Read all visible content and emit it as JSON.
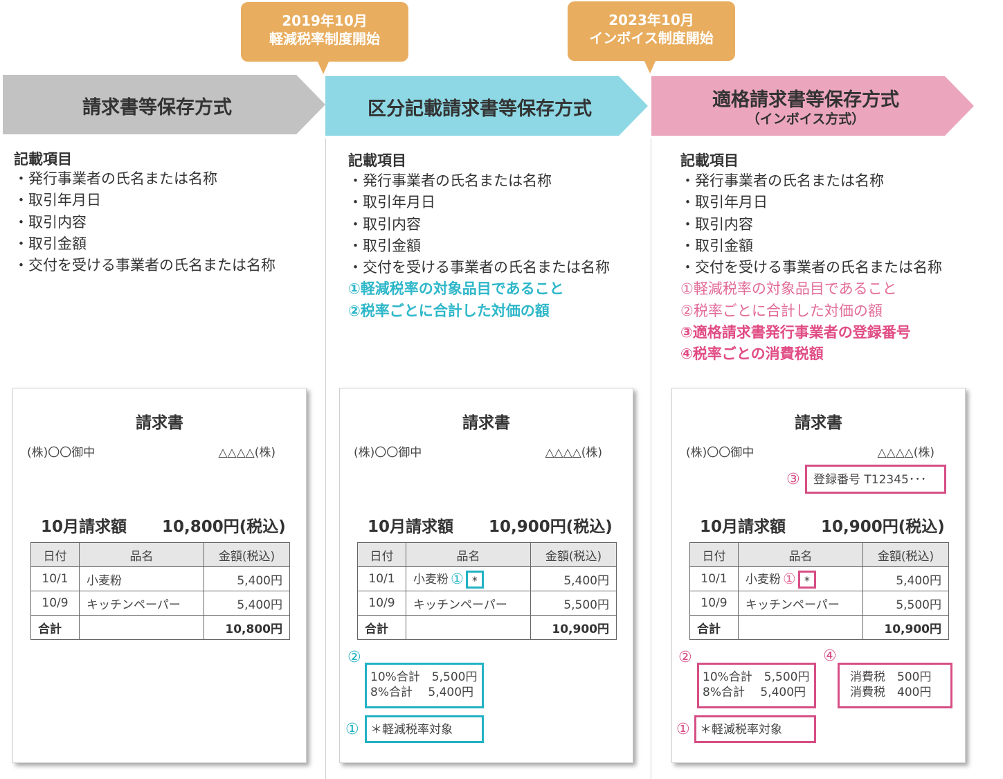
{
  "callouts": [
    {
      "line1": "2019年10月",
      "line2": "軽減税率制度開始"
    },
    {
      "line1": "2023年10月",
      "line2": "インボイス制度開始"
    }
  ],
  "colors": {
    "callout": "#e8ad5f",
    "banner_gray": "#c2c2c2",
    "banner_cyan": "#8dd8e4",
    "banner_pink": "#eba6bd",
    "accent_cyan": "#22b2c4",
    "accent_pink": "#d64f86"
  },
  "columns": [
    {
      "title": "請求書等保存方式",
      "subtitle": "",
      "items_heading": "記載項目",
      "base_items": [
        "・発行事業者の氏名または名称",
        "・取引年月日",
        "・取引内容",
        "・取引金額",
        "・交付を受ける事業者の氏名または名称"
      ],
      "extra_items": [],
      "invoice": {
        "title": "請求書",
        "to": "(株)〇〇御中",
        "from": "△△△△(株)",
        "amount_label": "10月請求額",
        "amount": "10,800円(税込)",
        "headers": [
          "日付",
          "品名",
          "金額(税込)"
        ],
        "rows": [
          {
            "date": "10/1",
            "item": "小麦粉",
            "price": "5,400円"
          },
          {
            "date": "10/9",
            "item": "キッチンペーパー",
            "price": "5,400円"
          }
        ],
        "total_label": "合計",
        "total": "10,800円"
      }
    },
    {
      "title": "区分記載請求書等保存方式",
      "subtitle": "",
      "items_heading": "記載項目",
      "base_items": [
        "・発行事業者の氏名または名称",
        "・取引年月日",
        "・取引内容",
        "・取引金額",
        "・交付を受ける事業者の氏名または名称"
      ],
      "extra_items": [
        "①軽減税率の対象品目であること",
        "②税率ごとに合計した対価の額"
      ],
      "invoice": {
        "title": "請求書",
        "to": "(株)〇〇御中",
        "from": "△△△△(株)",
        "amount_label": "10月請求額",
        "amount": "10,900円(税込)",
        "headers": [
          "日付",
          "品名",
          "金額(税込)"
        ],
        "rows": [
          {
            "date": "10/1",
            "item": "小麦粉",
            "mark": "①",
            "asterisk": "*",
            "price": "5,400円"
          },
          {
            "date": "10/9",
            "item": "キッチンペーパー",
            "price": "5,500円"
          }
        ],
        "total_label": "合計",
        "total": "10,900円",
        "subtotal_mark": "②",
        "subtotal_lines": [
          "10%合計　5,500円",
          "8%合計　 5,400円"
        ],
        "note_mark": "①",
        "note": "＊軽減税率対象"
      }
    },
    {
      "title": "適格請求書等保存方式",
      "subtitle": "（インボイス方式）",
      "items_heading": "記載項目",
      "base_items": [
        "・発行事業者の氏名または名称",
        "・取引年月日",
        "・取引内容",
        "・取引金額",
        "・交付を受ける事業者の氏名または名称"
      ],
      "extra_items": [
        "①軽減税率の対象品目であること",
        "②税率ごとに合計した対価の額"
      ],
      "new_items": [
        "③適格請求書発行事業者の登録番号",
        "④税率ごとの消費税額"
      ],
      "invoice": {
        "title": "請求書",
        "to": "(株)〇〇御中",
        "from": "△△△△(株)",
        "reg_mark": "③",
        "reg_number": "登録番号 T12345･･･",
        "amount_label": "10月請求額",
        "amount": "10,900円(税込)",
        "headers": [
          "日付",
          "品名",
          "金額(税込)"
        ],
        "rows": [
          {
            "date": "10/1",
            "item": "小麦粉",
            "mark": "①",
            "asterisk": "*",
            "price": "5,400円"
          },
          {
            "date": "10/9",
            "item": "キッチンペーパー",
            "price": "5,500円"
          }
        ],
        "total_label": "合計",
        "total": "10,900円",
        "subtotal_mark": "②",
        "subtotal_lines": [
          "10%合計　5,500円",
          "8%合計　 5,400円"
        ],
        "tax_mark": "④",
        "tax_lines": [
          "消費税　500円",
          "消費税　400円"
        ],
        "note_mark": "①",
        "note": "＊軽減税率対象"
      }
    }
  ]
}
